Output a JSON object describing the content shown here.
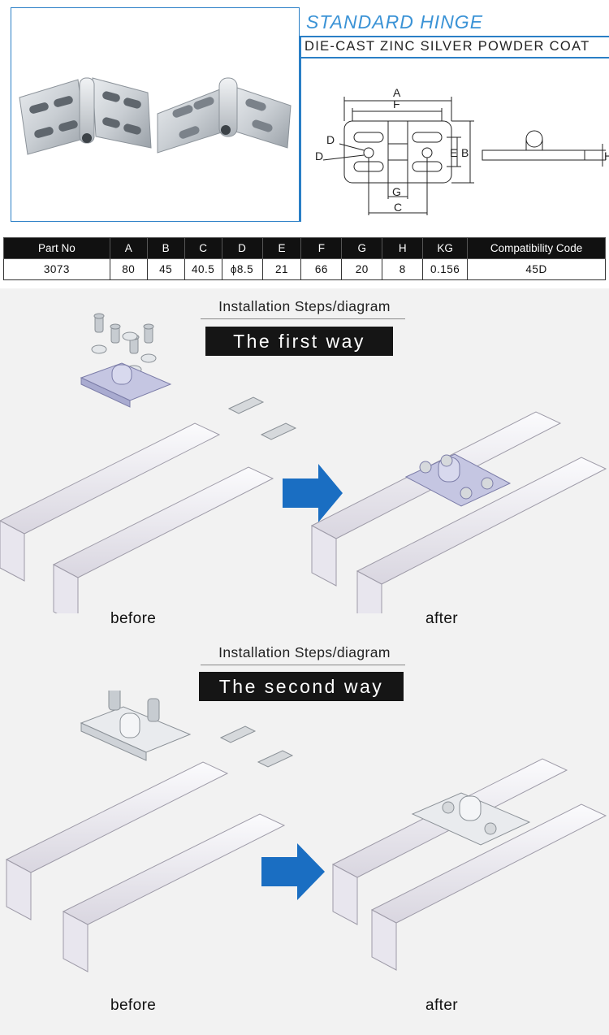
{
  "header": {
    "title": "STANDARD HINGE",
    "subtitle": "DIE-CAST ZINC SILVER POWDER COAT"
  },
  "drawing": {
    "labels": {
      "a": "A",
      "f": "F",
      "d1": "D",
      "d2": "D",
      "e": "E",
      "b": "B",
      "g": "G",
      "c": "C",
      "h": "H"
    }
  },
  "spec_table": {
    "headers": [
      "Part No",
      "A",
      "B",
      "C",
      "D",
      "E",
      "F",
      "G",
      "H",
      "KG",
      "Compatibility Code"
    ],
    "row": [
      "3073",
      "80",
      "45",
      "40.5",
      "ϕ8.5",
      "21",
      "66",
      "20",
      "8",
      "0.156",
      "45D"
    ]
  },
  "sections": [
    {
      "heading": "Installation Steps/diagram",
      "way": "The first way",
      "before": "before",
      "after": "after"
    },
    {
      "heading": "Installation Steps/diagram",
      "way": "The second way",
      "before": "before",
      "after": "after"
    }
  ],
  "colors": {
    "accent": "#2a7fc6",
    "title": "#3b93d6",
    "arrow": "#1a6ec2",
    "dark": "#151515"
  }
}
